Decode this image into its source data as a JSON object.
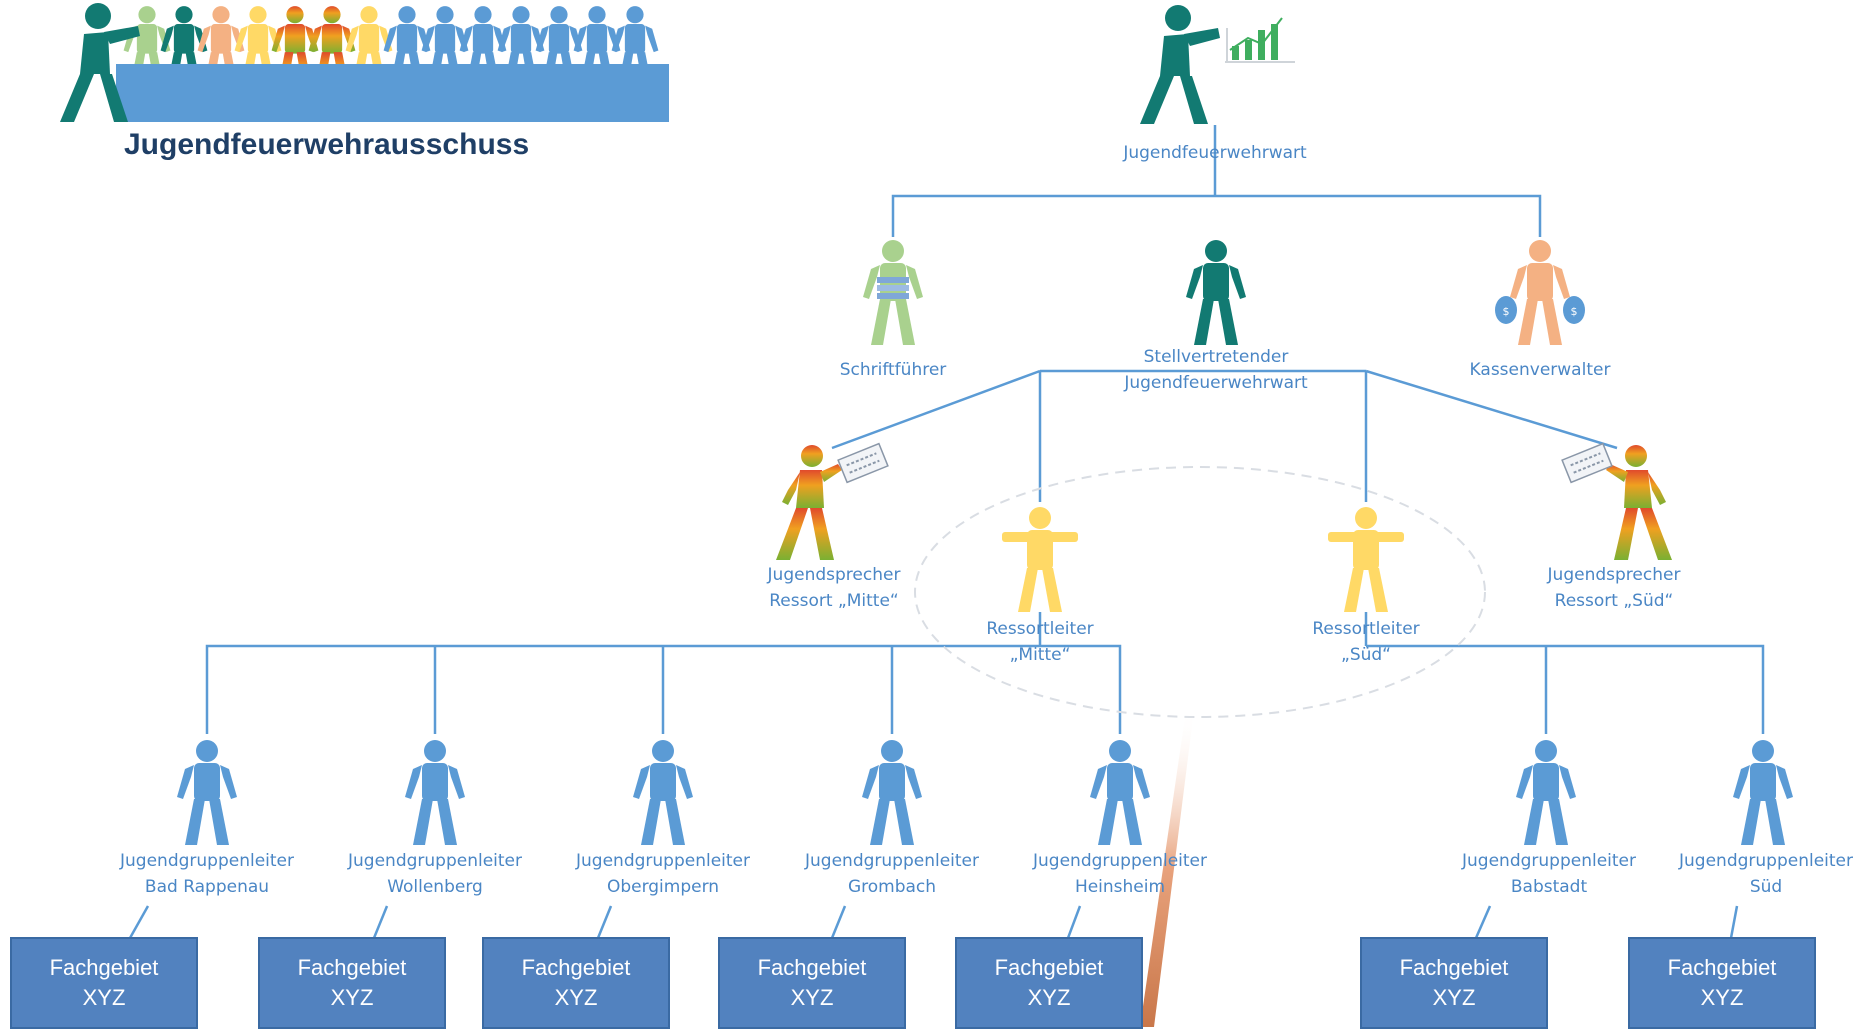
{
  "title": "Jugendfeuerwehrausschuss",
  "colors": {
    "line": "#5b9bd5",
    "teal": "#127a72",
    "green": "#a9d18e",
    "peach": "#f4b183",
    "yellow": "#ffd966",
    "blue": "#5b9bd5",
    "box": "#5282bf",
    "label": "#4a86c5"
  },
  "roles": {
    "leader": {
      "line1": "Jugendfeuerwehrwart"
    },
    "secretary": {
      "line1": "Schriftführer"
    },
    "deputy": {
      "line1": "Stellvertretender",
      "line2": "Jugendfeuerwehrwart"
    },
    "treasurer": {
      "line1": "Kassenverwalter"
    },
    "speaker_mitte": {
      "line1": "Jugendsprecher",
      "line2": "Ressort „Mitte“"
    },
    "speaker_sued": {
      "line1": "Jugendsprecher",
      "line2": "Ressort „Süd“"
    },
    "head_mitte": {
      "line1": "Ressortleiter",
      "line2": "„Mitte“"
    },
    "head_sued": {
      "line1": "Ressortleiter",
      "line2": "„Süd“"
    }
  },
  "group_leaders": [
    {
      "line1": "Jugendgruppenleiter",
      "line2": "Bad Rappenau"
    },
    {
      "line1": "Jugendgruppenleiter",
      "line2": "Wollenberg"
    },
    {
      "line1": "Jugendgruppenleiter",
      "line2": "Obergimpern"
    },
    {
      "line1": "Jugendgruppenleiter",
      "line2": "Grombach"
    },
    {
      "line1": "Jugendgruppenleiter",
      "line2": "Heinsheim"
    },
    {
      "line1": "Jugendgruppenleiter",
      "line2": "Babstadt"
    },
    {
      "line1": "Jugendgruppenleiter",
      "line2": "Süd"
    }
  ],
  "fields": [
    {
      "line1": "Fachgebiet",
      "line2": "XYZ"
    },
    {
      "line1": "Fachgebiet",
      "line2": "XYZ"
    },
    {
      "line1": "Fachgebiet",
      "line2": "XYZ"
    },
    {
      "line1": "Fachgebiet",
      "line2": "XYZ"
    },
    {
      "line1": "Fachgebiet",
      "line2": "XYZ"
    },
    {
      "line1": "Fachgebiet",
      "line2": "XYZ"
    },
    {
      "line1": "Fachgebiet",
      "line2": "XYZ"
    }
  ]
}
